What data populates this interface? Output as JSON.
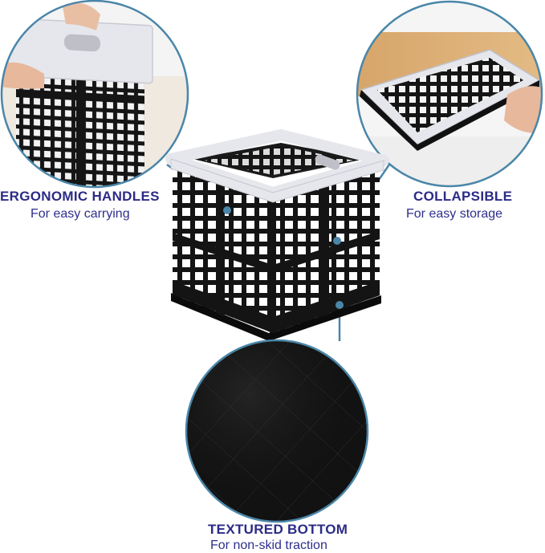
{
  "colors": {
    "title": "#2b2b86",
    "subtitle": "#2f2f8e",
    "ring": "#4a86a8",
    "crate": "#141414",
    "rim": "#e6e7ec"
  },
  "features": {
    "handles": {
      "title": "ERGONOMIC HANDLES",
      "subtitle": "For easy carrying"
    },
    "collapsible": {
      "title": "COLLAPSIBLE",
      "subtitle": "For easy storage"
    },
    "bottom": {
      "title": "TEXTURED BOTTOM",
      "subtitle": "For non-skid traction"
    }
  }
}
